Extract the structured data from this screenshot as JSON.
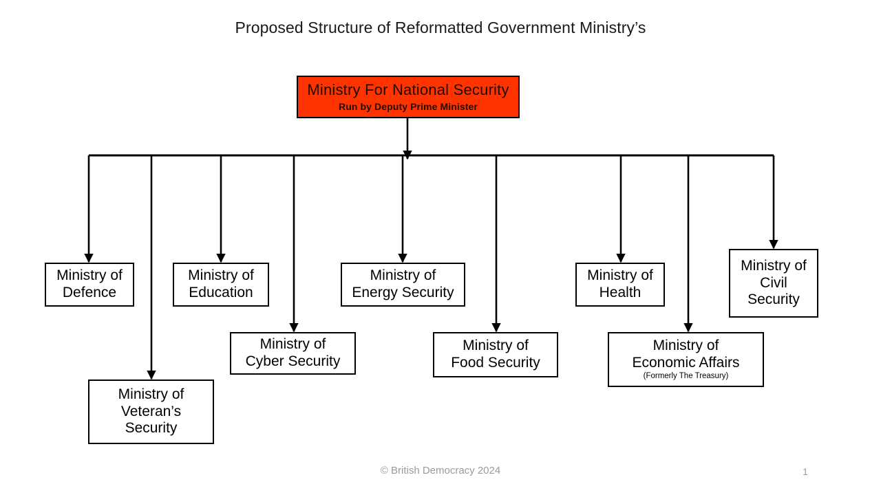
{
  "slide": {
    "title": "Proposed Structure of Reformatted Government Ministry’s",
    "background_color": "#ffffff",
    "accent_color": "#ff3300",
    "line_color": "#000000",
    "footer_color": "#9a9a9a"
  },
  "root": {
    "title": "Ministry For National Security",
    "subtitle": "Run by Deputy Prime Minister",
    "fill_color": "#ff3300"
  },
  "nodes": [
    {
      "id": "defence",
      "line1": "Ministry of",
      "line2": "Defence",
      "line3": "",
      "note": ""
    },
    {
      "id": "veterans",
      "line1": "Ministry of",
      "line2": "Veteran’s",
      "line3": "Security",
      "note": ""
    },
    {
      "id": "education",
      "line1": "Ministry of",
      "line2": "Education",
      "line3": "",
      "note": ""
    },
    {
      "id": "cyber",
      "line1": "Ministry of",
      "line2": "Cyber Security",
      "line3": "",
      "note": ""
    },
    {
      "id": "energy",
      "line1": "Ministry of",
      "line2": "Energy Security",
      "line3": "",
      "note": ""
    },
    {
      "id": "food",
      "line1": "Ministry of",
      "line2": "Food Security",
      "line3": "",
      "note": ""
    },
    {
      "id": "health",
      "line1": "Ministry of",
      "line2": "Health",
      "line3": "",
      "note": ""
    },
    {
      "id": "economic",
      "line1": "Ministry of",
      "line2": "Economic Affairs",
      "line3": "",
      "note": "(Formerly The Treasury)"
    },
    {
      "id": "civil",
      "line1": "Ministry of",
      "line2": "Civil",
      "line3": "Security",
      "note": ""
    }
  ],
  "footer": {
    "credit": "© British Democracy 2024",
    "page_number": "1"
  },
  "chart_data": {
    "type": "diagram",
    "diagram_kind": "organizational-hierarchy",
    "title": "Proposed Structure of Reformatted Government Ministry’s",
    "root": "Ministry For National Security",
    "root_note": "Run by Deputy Prime Minister",
    "children": [
      "Ministry of Defence",
      "Ministry of Veteran’s Security",
      "Ministry of Education",
      "Ministry of Cyber Security",
      "Ministry of Energy Security",
      "Ministry of Food Security",
      "Ministry of Health",
      "Ministry of Economic Affairs",
      "Ministry of Civil Security"
    ],
    "child_count": 9,
    "connector_style": "orthogonal-bus-with-arrowheads"
  }
}
